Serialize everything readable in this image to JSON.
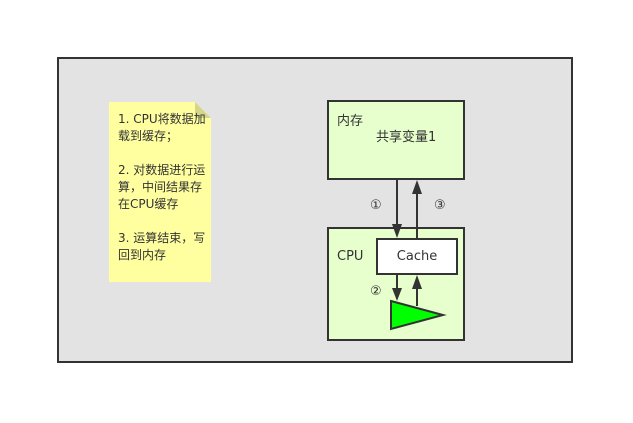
{
  "note": {
    "text": "1. CPU将数据加载到缓存；\n\n2. 对数据进行运算，中间结果存在CPU缓存\n\n3. 运算结束，写回到内存",
    "color": "#ffff9f"
  },
  "memory": {
    "title": "内存",
    "content": "共享变量1",
    "color": "#e6ffcc"
  },
  "cpu": {
    "title": "CPU",
    "cache_label": "Cache",
    "alu_color": "#00ff00"
  },
  "steps": [
    "①",
    "②",
    "③"
  ]
}
